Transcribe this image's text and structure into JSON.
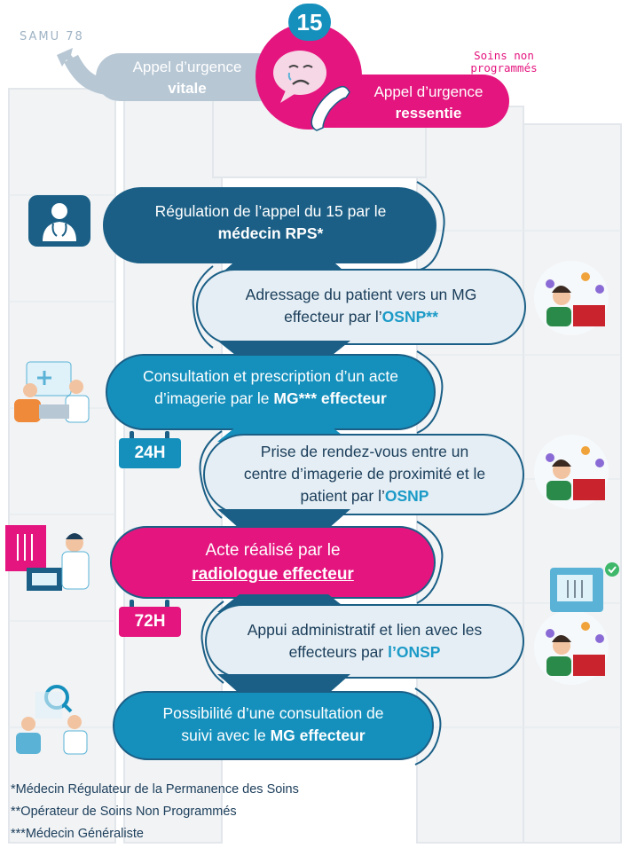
{
  "header": {
    "samu": "SAMU 78",
    "number": "15",
    "soins_label": [
      "Soins non",
      "programmés"
    ],
    "vitale": {
      "line1": "Appel d’urgence",
      "line2": "vitale"
    },
    "ressentie": {
      "line1": "Appel d’urgence",
      "line2": "ressentie"
    }
  },
  "steps": [
    {
      "line1": "Régulation de l’appel du 15 par le",
      "line2": "médecin RPS*"
    },
    {
      "line1": "Adressage du patient vers un MG",
      "line2_a": "effecteur par l’",
      "line2_b": "OSNP**"
    },
    {
      "line1": "Consultation et prescription d’un acte",
      "line2_a": "d’imagerie par le ",
      "line2_b": "MG*** effecteur"
    },
    {
      "line1": "Prise de rendez-vous entre un",
      "line2": "centre d’imagerie de proximité et le",
      "line3_a": "patient par l’",
      "line3_b": "OSNP"
    },
    {
      "line1": "Acte réalisé par le",
      "line2": "radiologue effecteur"
    },
    {
      "line1": "Appui administratif et lien avec les",
      "line2_a": "effecteurs par ",
      "line2_b": "l’ONSP"
    },
    {
      "line1": "Possibilité d’une consultation de",
      "line2_a": "suivi avec le ",
      "line2_b": "MG effecteur"
    }
  ],
  "tags": {
    "t24": "24H",
    "t72": "72H"
  },
  "footnotes": [
    "*Médecin Régulateur de la Permanence des Soins",
    "**Opérateur de Soins Non Programmés",
    "***Médecin Généraliste"
  ],
  "colors": {
    "dark_blue": "#1b5f86",
    "light_blue": "#e4eef4",
    "mid_blue": "#1590bd",
    "pink": "#e4157e",
    "grey": "#b7c7d4"
  }
}
